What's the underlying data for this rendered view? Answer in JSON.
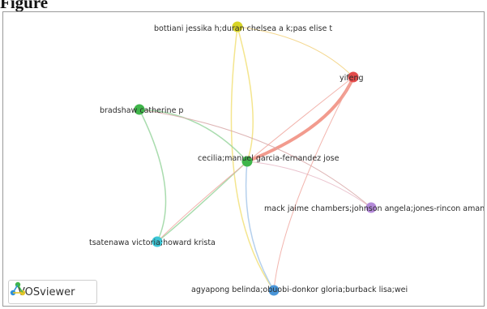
{
  "heading": {
    "text": "Figure"
  },
  "network": {
    "nodes": [
      {
        "id": "n0",
        "label": "cecilia;manuel garcia-fernandez jose",
        "color": "#3fb54a"
      },
      {
        "id": "n1",
        "label": "bottiani jessika h;duran chelsea a k;pas elise t",
        "color": "#d8d526"
      },
      {
        "id": "n2",
        "label": "yifeng",
        "color": "#e34a4a"
      },
      {
        "id": "n3",
        "label": "bradshaw catherine p",
        "color": "#3fb54a"
      },
      {
        "id": "n4",
        "label": "mack jaime chambers;johnson angela;jones-rincon amanda",
        "color": "#b48ad9"
      },
      {
        "id": "n5",
        "label": "tsatenawa victoria;howard krista",
        "color": "#3cc6d6"
      },
      {
        "id": "n6",
        "label": "agyapong belinda;obuobi-donkor gloria;burback lisa;wei",
        "color": "#4a96d9"
      }
    ],
    "links": [
      {
        "source": "n2",
        "target": "n0",
        "color": "#f08a7a",
        "strength": 4
      },
      {
        "source": "n1",
        "target": "n0",
        "color": "#f2e17a",
        "strength": 1.5
      },
      {
        "source": "n1",
        "target": "n6",
        "color": "#f2e17a",
        "strength": 1.5
      },
      {
        "source": "n1",
        "target": "n2",
        "color": "#f2d07a",
        "strength": 1
      },
      {
        "source": "n3",
        "target": "n0",
        "color": "#9ad6a0",
        "strength": 1.5
      },
      {
        "source": "n3",
        "target": "n5",
        "color": "#9ad6a0",
        "strength": 1.5
      },
      {
        "source": "n3",
        "target": "n4",
        "color": "#d8a8a8",
        "strength": 1
      },
      {
        "source": "n0",
        "target": "n5",
        "color": "#9ad6a0",
        "strength": 1.5
      },
      {
        "source": "n0",
        "target": "n6",
        "color": "#a8c8ea",
        "strength": 1.5
      },
      {
        "source": "n0",
        "target": "n4",
        "color": "#e6b8c6",
        "strength": 1
      },
      {
        "source": "n2",
        "target": "n6",
        "color": "#f0a8a0",
        "strength": 1
      },
      {
        "source": "n2",
        "target": "n5",
        "color": "#f0a8a0",
        "strength": 1
      }
    ]
  },
  "logo": {
    "text": "VOSviewer",
    "icon": "vosviewer-logo-icon"
  }
}
